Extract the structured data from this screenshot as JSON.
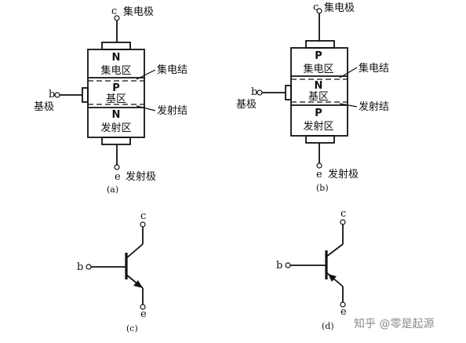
{
  "diagram_a": {
    "layer_top": "N",
    "region_top": "集电区",
    "layer_mid": "P",
    "region_mid": "基区",
    "layer_bot": "N",
    "region_bot": "发射区",
    "label_c": "c",
    "text_collector": "集电极",
    "label_b": "b",
    "text_base": "基极",
    "label_e": "e",
    "text_emitter": "发射极",
    "junction_cb": "集电结",
    "junction_eb": "发射结",
    "caption": "(a)"
  },
  "diagram_b": {
    "layer_top": "P",
    "region_top": "集电区",
    "layer_mid": "N",
    "region_mid": "基区",
    "layer_bot": "P",
    "region_bot": "发射区",
    "label_c": "c",
    "text_collector": "集电极",
    "label_b": "b",
    "text_base": "基极",
    "label_e": "e",
    "text_emitter": "发射极",
    "junction_cb": "集电结",
    "junction_eb": "发射结",
    "caption": "(b)"
  },
  "symbol_c": {
    "label_c": "c",
    "label_b": "b",
    "label_e": "e",
    "caption": "(c)"
  },
  "symbol_d": {
    "label_c": "c",
    "label_b": "b",
    "label_e": "e",
    "caption": "(d)"
  },
  "watermark": "知乎 @零是起源"
}
